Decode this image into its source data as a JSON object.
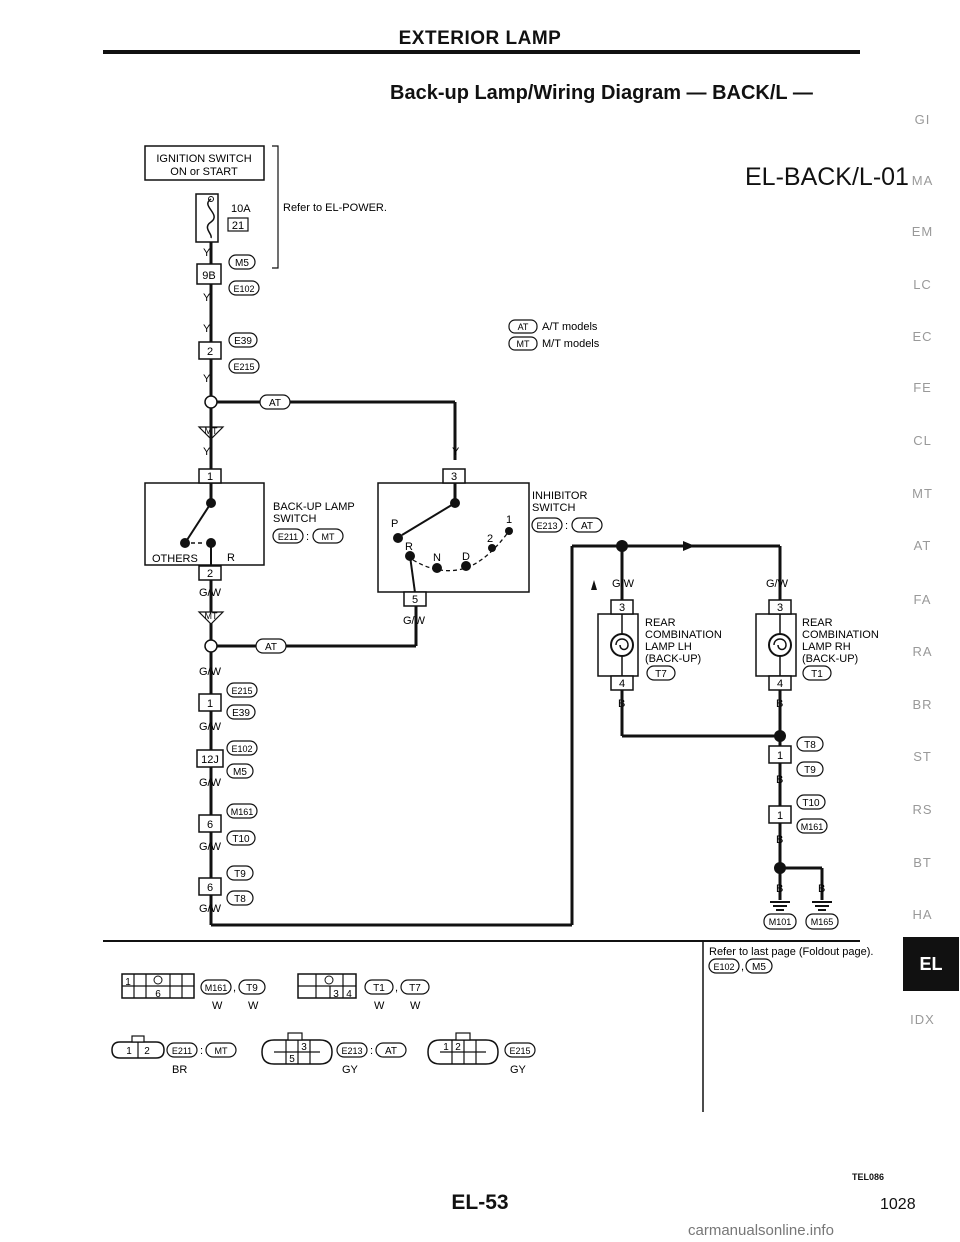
{
  "header": {
    "title": "EXTERIOR LAMP",
    "subtitle": "Back-up Lamp/Wiring Diagram — BACK/L —",
    "code": "EL-BACK/L-01"
  },
  "legend": {
    "at": "A/T models",
    "mt": "M/T models"
  },
  "labels": {
    "ignition_1": "IGNITION SWITCH",
    "ignition_2": "ON or START",
    "fuse_amp": "10A",
    "fuse_no": "21",
    "refer_power": "Refer to EL-POWER.",
    "backup_1": "BACK-UP LAMP",
    "backup_2": "SWITCH",
    "inhibitor_1": "INHIBITOR",
    "inhibitor_2": "SWITCH",
    "others": "OTHERS",
    "R": "R",
    "P": "P",
    "N": "N",
    "D": "D",
    "lh_1": "REAR",
    "lh_2": "COMBINATION",
    "lh_3": "LAMP LH",
    "lh_4": "(BACK-UP)",
    "rh_1": "REAR",
    "rh_2": "COMBINATION",
    "rh_3": "LAMP RH",
    "rh_4": "(BACK-UP)",
    "refer_last": "Refer to last page (Foldout page).",
    "wire_Y": "Y",
    "wire_GW": "G/W",
    "wire_B": "B",
    "wire_W": "W",
    "wire_BR": "BR",
    "wire_GY": "GY"
  },
  "connectors": {
    "M5": "M5",
    "E102": "E102",
    "E39": "E39",
    "E215": "E215",
    "E211": "E211",
    "E213": "E213",
    "T7": "T7",
    "T1": "T1",
    "T8": "T8",
    "T9": "T9",
    "T10": "T10",
    "M161": "M161",
    "M101": "M101",
    "M165": "M165",
    "AT": "AT",
    "MT": "MT"
  },
  "pins": {
    "p1": "1",
    "p2": "2",
    "p3": "3",
    "p4": "4",
    "p5": "5",
    "p6": "6",
    "p9B": "9B",
    "p12J": "12J"
  },
  "side_tabs": [
    "GI",
    "MA",
    "EM",
    "LC",
    "EC",
    "FE",
    "CL",
    "MT",
    "AT",
    "FA",
    "RA",
    "BR",
    "ST",
    "RS",
    "BT",
    "HA"
  ],
  "active_tab": "EL",
  "idx_tab": "IDX",
  "footer": {
    "figure_code": "TEL086",
    "page": "EL-53",
    "catalog_number": "1028",
    "watermark": "carmanualsonline.info"
  }
}
